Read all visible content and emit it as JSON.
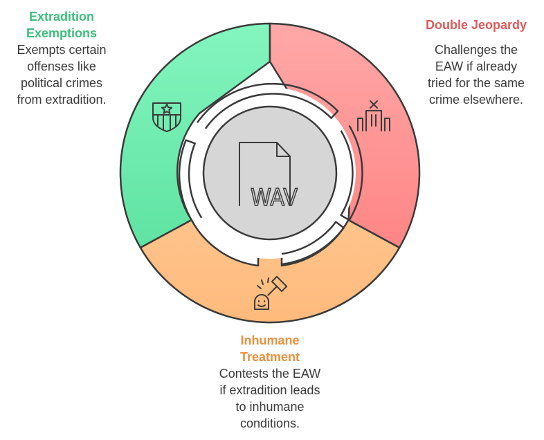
{
  "center_icon_label": "WAV",
  "colors": {
    "green": "#84f5bf",
    "red": "#ff9d9d",
    "orange": "#ffc088",
    "center": "#d6d6d6",
    "ink": "#3a3a3a"
  },
  "segments": [
    {
      "key": "extradition-exemptions",
      "title": [
        "Extradition",
        "Exemptions"
      ],
      "description": [
        "Exempts certain",
        "offenses like",
        "political crimes",
        "from extradition."
      ],
      "icon": "shield-star-icon"
    },
    {
      "key": "double-jeopardy",
      "title": [
        "Double Jeopardy"
      ],
      "description": [
        "Challenges the",
        "EAW if already",
        "tried for the same",
        "crime elsewhere."
      ],
      "icon": "courthouse-x-icon"
    },
    {
      "key": "inhumane-treatment",
      "title": [
        "Inhumane",
        "Treatment"
      ],
      "description": [
        "Contests the EAW",
        "if extradition leads",
        "to inhumane",
        "conditions."
      ],
      "icon": "gavel-person-icon"
    }
  ]
}
